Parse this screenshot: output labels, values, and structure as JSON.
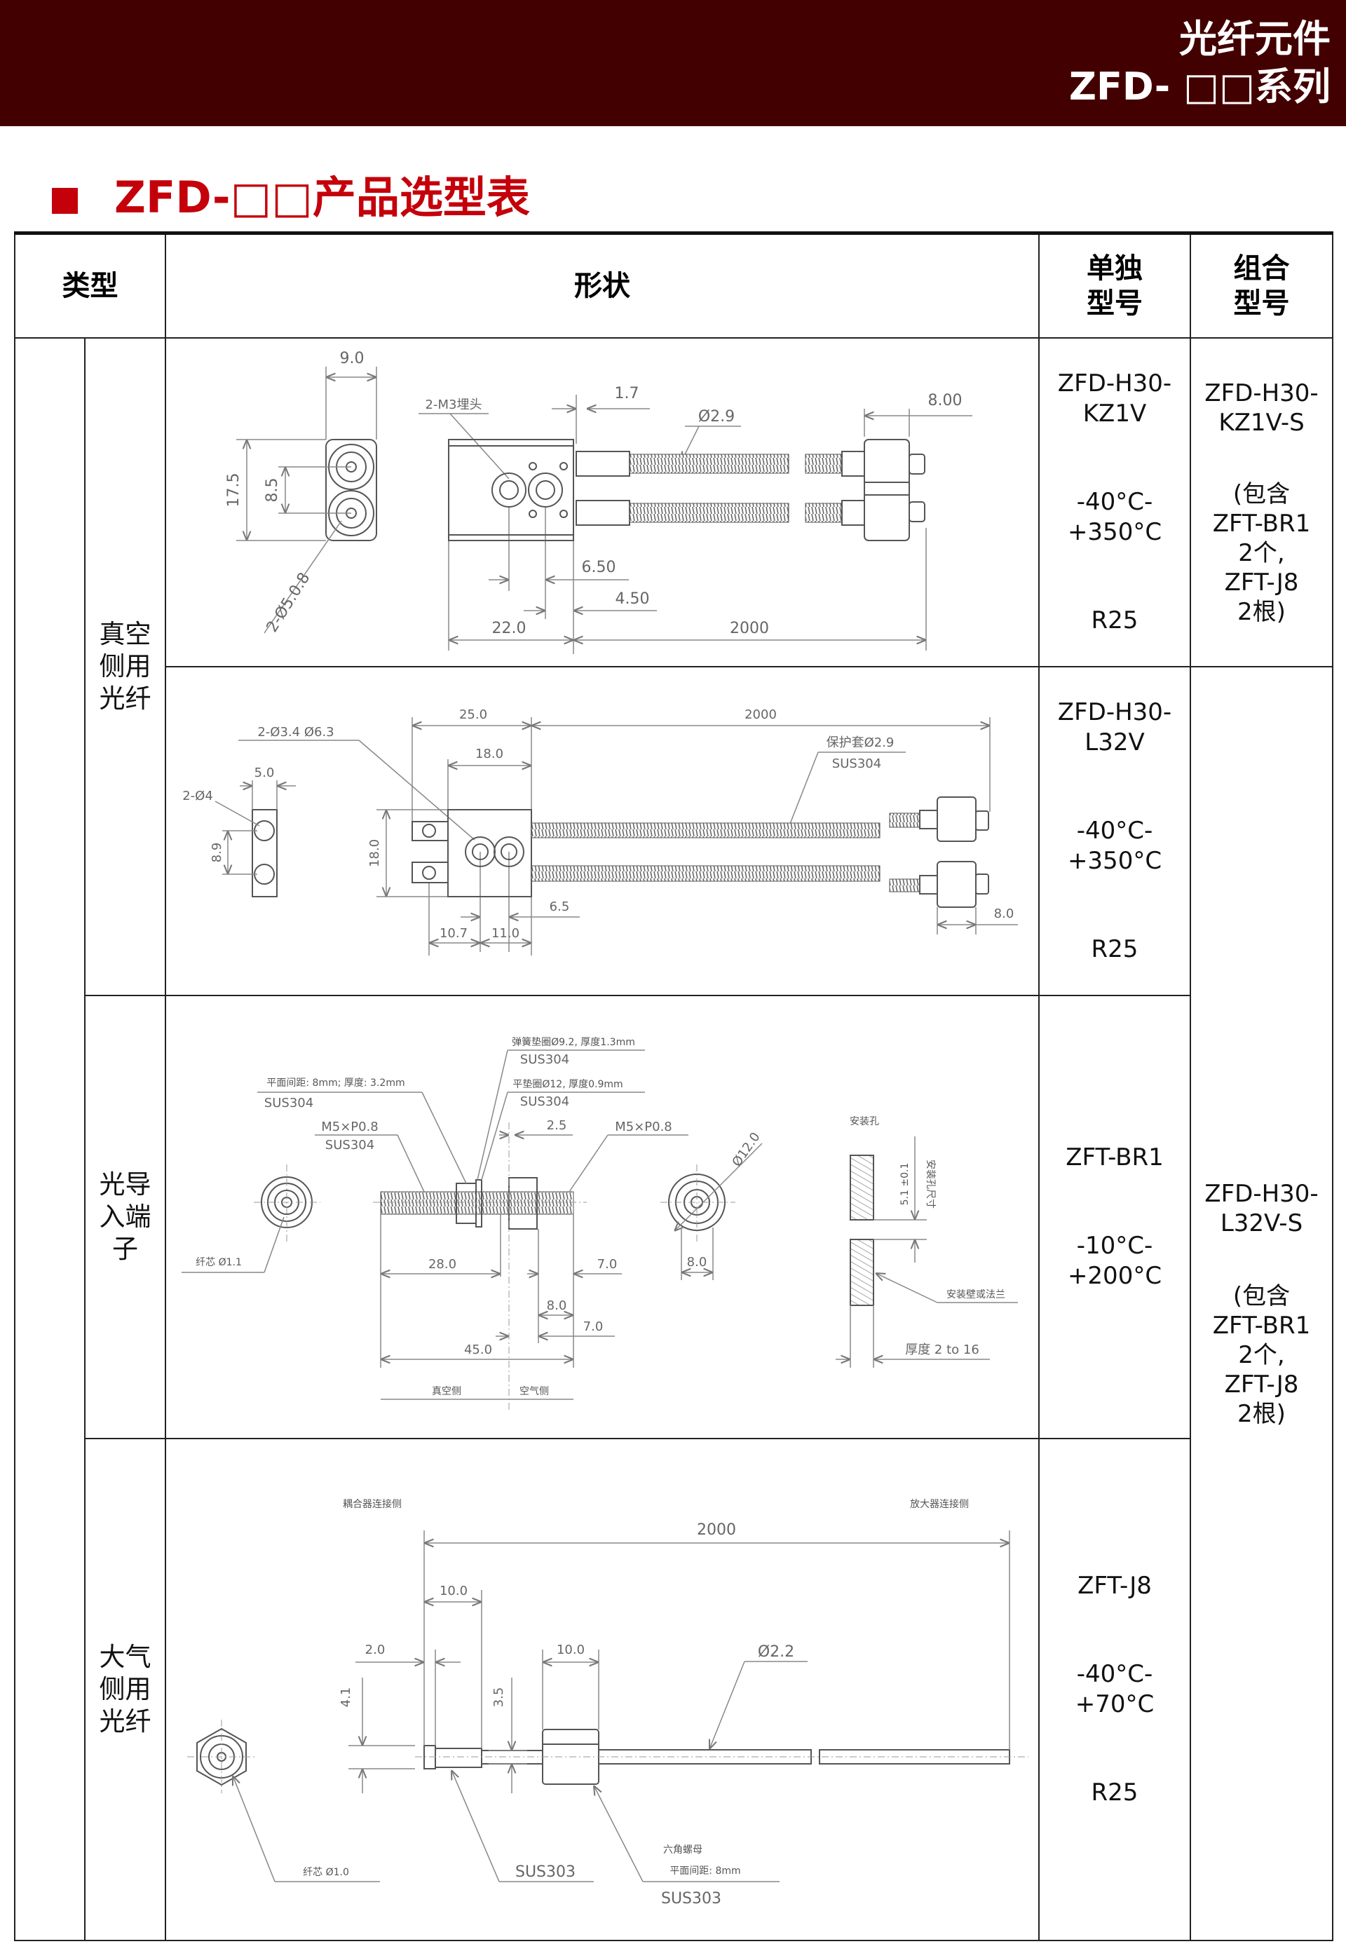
{
  "header": {
    "category": "光纤元件",
    "series": "ZFD- □□系列"
  },
  "section_title": "ZFD-□□产品选型表",
  "table": {
    "headers": {
      "type": "类型",
      "shape": "形状",
      "single": "单独\n型号",
      "combo": "组合\n型号"
    },
    "types": {
      "vacuum": "真空\n侧用\n光纤",
      "feedthrough": "光导\n入端\n子",
      "atmosphere": "大气\n侧用\n光纤"
    },
    "rows": [
      {
        "model": "ZFD-H30-\nKZ1V",
        "temp": "-40°C-\n+350°C",
        "bend": "R25"
      },
      {
        "model": "ZFD-H30-\nL32V",
        "temp": "-40°C-\n+350°C",
        "bend": "R25"
      },
      {
        "model": "ZFT-BR1",
        "temp": "-10°C-\n+200°C"
      },
      {
        "model": "ZFT-J8",
        "temp": "-40°C-\n+70°C",
        "bend": "R25"
      }
    ],
    "combos": [
      {
        "model": "ZFD-H30-\nKZ1V-S",
        "contents": "(包含\nZFT-BR1\n2个,\nZFT-J8\n2根)"
      },
      {
        "model": "ZFD-H30-\nL32V-S",
        "contents": "(包含\nZFT-BR1\n2个,\nZFT-J8\n2根)"
      }
    ]
  },
  "drawings": {
    "kz1v": {
      "w": "9.0",
      "h": "17.5",
      "pitch": "8.5",
      "hole": "2-Ø5.0.8",
      "screw": "2-M3埋头",
      "d1": "1.7",
      "dia": "Ø2.9",
      "d2": "8.00",
      "d3": "6.50",
      "d4": "4.50",
      "len1": "22.0",
      "len2": "2000"
    },
    "l32v": {
      "plate_w": "5.0",
      "plate_hole": "2-Ø4",
      "plate_pitch": "8.9",
      "holes": "2-Ø3.4  Ø6.3",
      "w1": "25.0",
      "len": "2000",
      "w2": "18.0",
      "h": "18.0",
      "sheath": "保护套Ø2.9",
      "sheath_mat": "SUS304",
      "d1": "6.5",
      "d2": "10.7",
      "d3": "11.0",
      "d4": "8.0"
    },
    "br1": {
      "core": "纤芯 Ø1.1",
      "nut": "平面间距: 8mm; 厚度: 3.2mm",
      "nut_mat": "SUS304",
      "thread_l": "M5×P0.8",
      "thread_l_mat": "SUS304",
      "spring": "弹簧垫圈Ø9.2, 厚度1.3mm",
      "spring_mat": "SUS304",
      "washer": "平垫圈Ø12, 厚度0.9mm",
      "washer_mat": "SUS304",
      "d_25": "2.5",
      "thread_r": "M5×P0.8",
      "dia": "Ø12.0",
      "d_28": "28.0",
      "d_7a": "7.0",
      "d_8a": "8.0",
      "d_8b": "8.0",
      "d_7b": "7.0",
      "d_45": "45.0",
      "vac": "真空侧",
      "air": "空气侧",
      "hole": "安装孔",
      "hole_size": "5.1 ±0.1",
      "hole_label": "安装孔尺寸",
      "wall": "安装壁或法兰",
      "thick": "厚度 2 to 16"
    },
    "j8": {
      "coupler": "耦合器连接侧",
      "amp": "放大器连接侧",
      "len": "2000",
      "d10a": "10.0",
      "d2": "2.0",
      "d10b": "10.0",
      "dia": "Ø2.2",
      "d41": "4.1",
      "d35": "3.5",
      "core": "纤芯 Ø1.0",
      "mat1": "SUS303",
      "nut": "六角螺母",
      "nut_flat": "平面间距: 8mm",
      "mat2": "SUS303"
    }
  }
}
